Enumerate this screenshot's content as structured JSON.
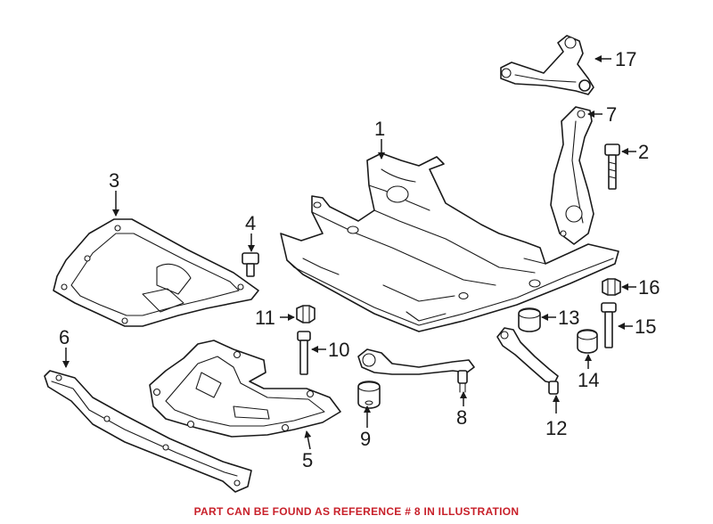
{
  "callouts": {
    "c1": "1",
    "c2": "2",
    "c3": "3",
    "c4": "4",
    "c5": "5",
    "c6": "6",
    "c7": "7",
    "c8": "8",
    "c9": "9",
    "c10": "10",
    "c11": "11",
    "c12": "12",
    "c13": "13",
    "c14": "14",
    "c15": "15",
    "c16": "16",
    "c17": "17"
  },
  "footer_note": "PART CAN BE FOUND AS REFERENCE # 8 IN ILLUSTRATION",
  "colors": {
    "line": "#1a1a1a",
    "note": "#c8202a",
    "background": "#ffffff"
  }
}
